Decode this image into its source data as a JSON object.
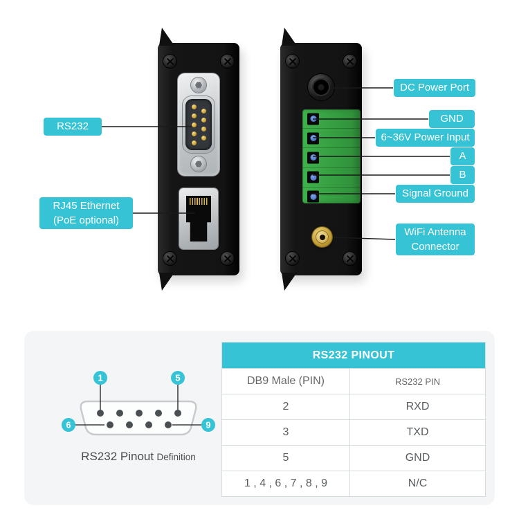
{
  "colors": {
    "accent": "#35c3d5",
    "terminal_green": "#3fb24b",
    "connector_gold": "#c9a227",
    "panel_black": "#161616"
  },
  "callouts": {
    "rs232": "RS232",
    "rj45_line1": "RJ45 Ethernet",
    "rj45_line2": "(PoE optional)",
    "dc_power": "DC Power Port",
    "gnd": "GND",
    "power_input": "6~36V Power Input",
    "line_a": "A",
    "line_b": "B",
    "signal_ground": "Signal Ground",
    "wifi_line1": "WiFi Antenna",
    "wifi_line2": "Connector"
  },
  "pinout_diagram": {
    "badges": [
      "1",
      "5",
      "6",
      "9"
    ],
    "caption_main": "RS232 Pinout",
    "caption_sub": "Definition"
  },
  "pinout_table": {
    "title": "RS232 PINOUT",
    "columns": [
      "DB9 Male (PIN)",
      "RS232 PIN"
    ],
    "rows": [
      {
        "db9": "2",
        "rs232": "RXD"
      },
      {
        "db9": "3",
        "rs232": "TXD"
      },
      {
        "db9": "5",
        "rs232": "GND"
      },
      {
        "db9": "1 , 4 , 6 , 7 , 8 , 9",
        "rs232": "N/C"
      }
    ]
  }
}
